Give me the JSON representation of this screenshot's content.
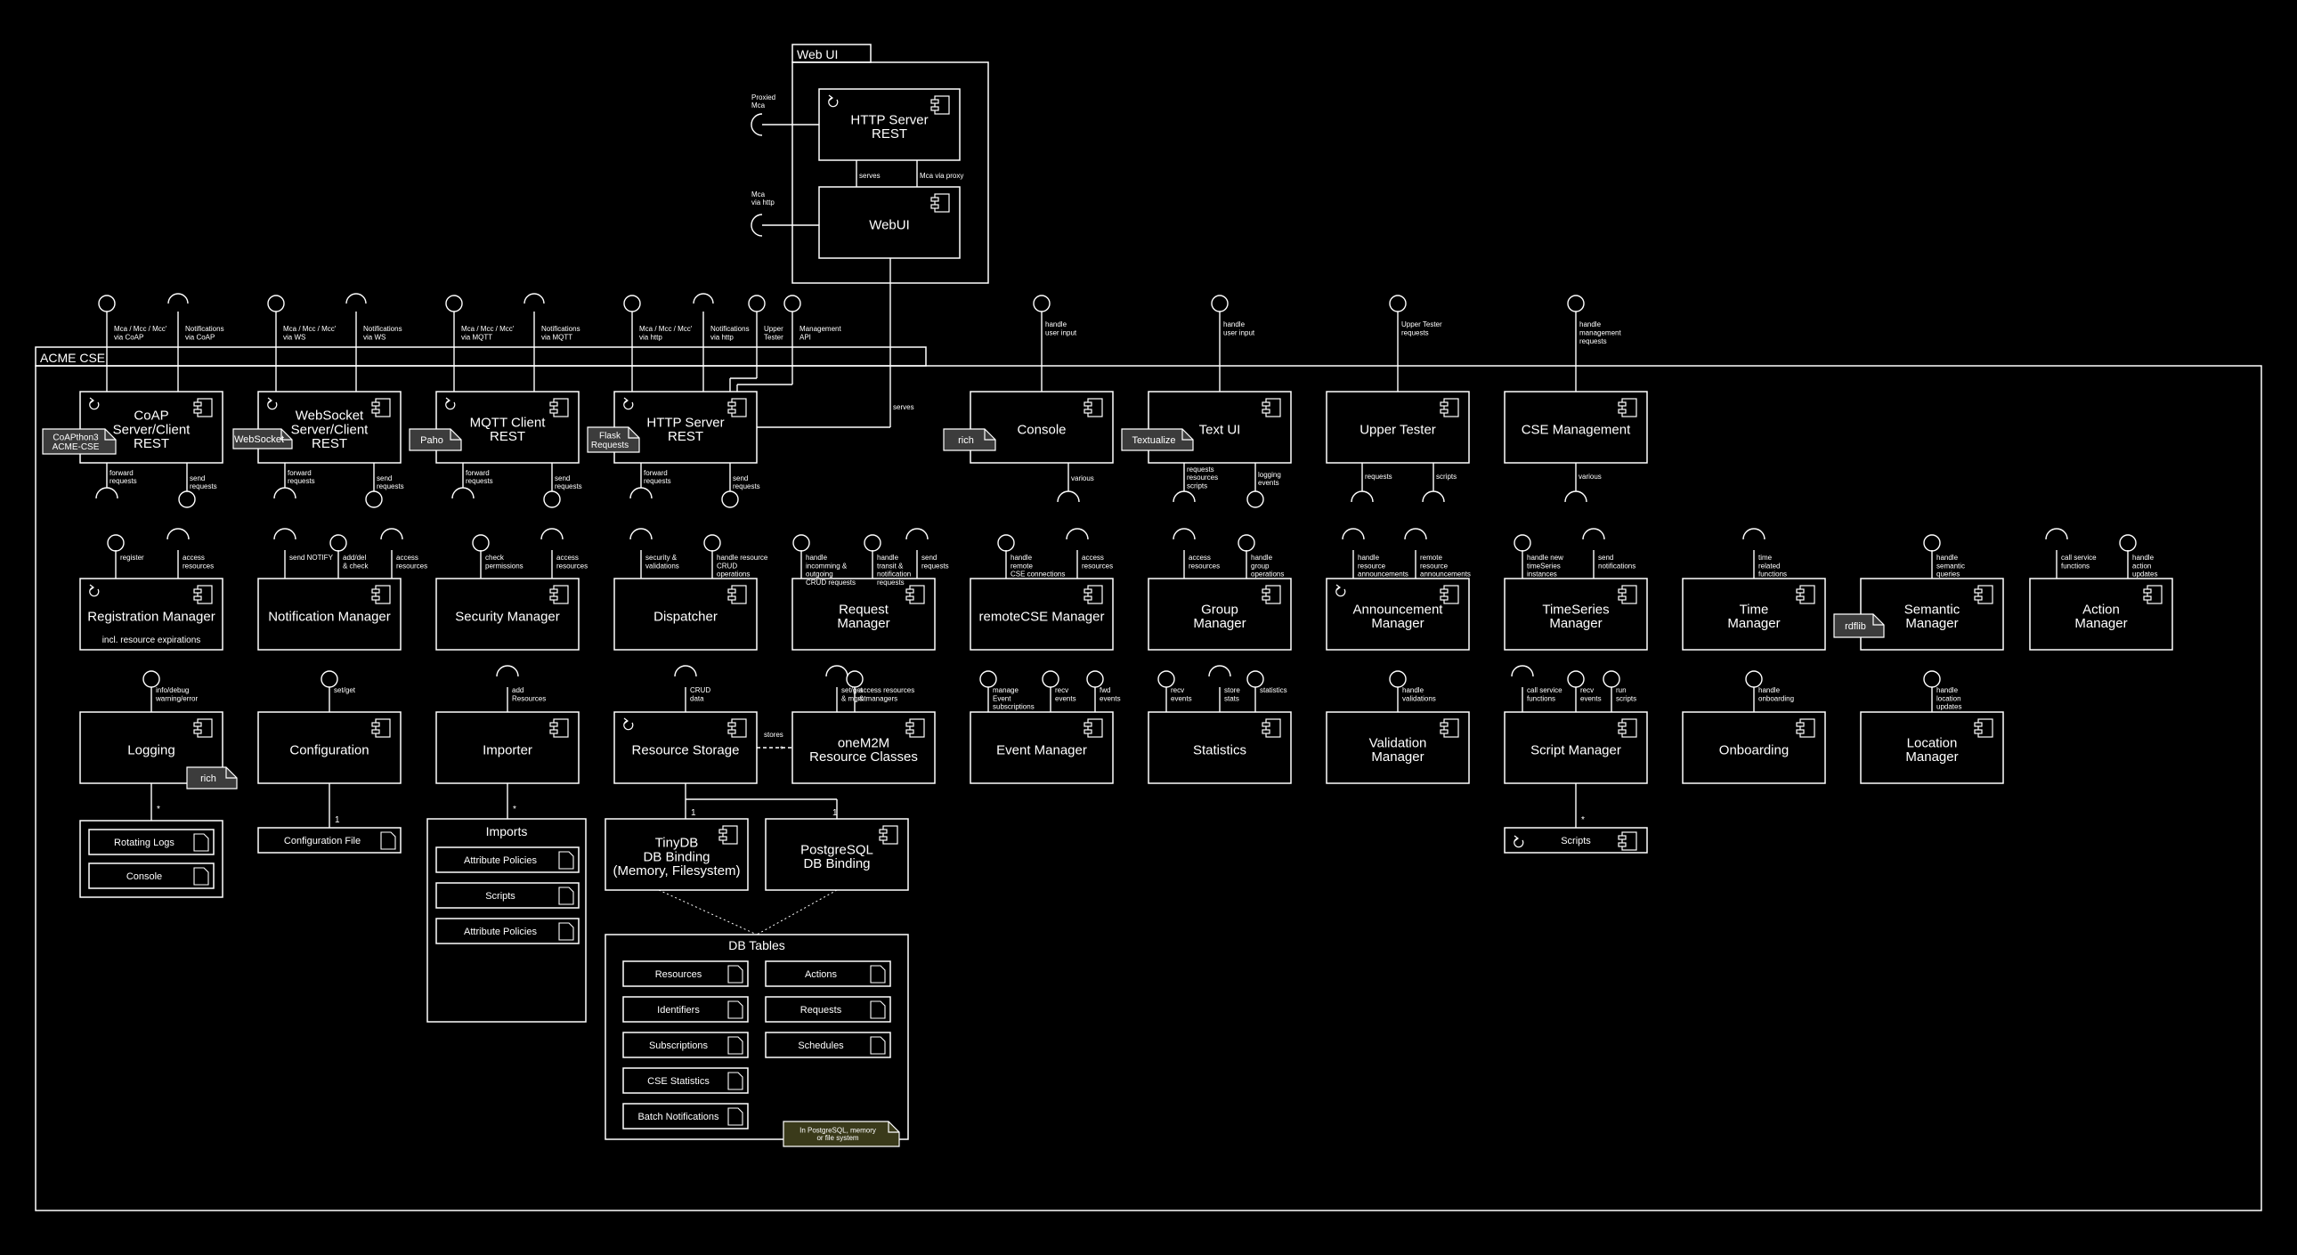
{
  "webui": {
    "title": "Web UI",
    "http_server": [
      "HTTP Server",
      "REST"
    ],
    "webui_label": "WebUI",
    "iface_proxied": [
      "Proxied",
      "Mca"
    ],
    "iface_http": [
      "Mca",
      "via http"
    ],
    "serves": "serves",
    "mca_proxy": "Mca via proxy",
    "serves2": "serves"
  },
  "acme": {
    "title": "ACME CSE"
  },
  "top_ifaces": [
    {
      "text": [
        "Mca / Mcc / Mcc'",
        "via CoAP"
      ]
    },
    {
      "text": [
        "Notifications",
        "via CoAP"
      ]
    },
    {
      "text": [
        "Mca / Mcc / Mcc'",
        "via WS"
      ]
    },
    {
      "text": [
        "Notifications",
        "via WS"
      ]
    },
    {
      "text": [
        "Mca / Mcc / Mcc'",
        "via MQTT"
      ]
    },
    {
      "text": [
        "Notifications",
        "via MQTT"
      ]
    },
    {
      "text": [
        "Mca / Mcc / Mcc'",
        "via http"
      ]
    },
    {
      "text": [
        "Notifications",
        "via http"
      ]
    },
    {
      "text": [
        "Upper",
        "Tester"
      ]
    },
    {
      "text": [
        "Management",
        "API"
      ]
    },
    {
      "text": [
        "handle",
        "user input"
      ]
    },
    {
      "text": [
        "handle",
        "user input"
      ]
    },
    {
      "text": [
        "Upper Tester",
        "requests"
      ]
    },
    {
      "text": [
        "handle",
        "management",
        "requests"
      ]
    }
  ],
  "binding_row": [
    {
      "name": [
        "CoAP",
        "Server/Client",
        "REST"
      ],
      "note": [
        "CoAPthon3",
        "ACME-CSE"
      ],
      "fwd": [
        "forward",
        "requests"
      ],
      "send": [
        "send",
        "requests"
      ]
    },
    {
      "name": [
        "WebSocket",
        "Server/Client",
        "REST"
      ],
      "note": [
        "WebSocket"
      ],
      "fwd": [
        "forward",
        "requests"
      ],
      "send": [
        "send",
        "requests"
      ]
    },
    {
      "name": [
        "MQTT Client",
        "REST"
      ],
      "note": [
        "Paho"
      ],
      "fwd": [
        "forward",
        "requests"
      ],
      "send": [
        "send",
        "requests"
      ]
    },
    {
      "name": [
        "HTTP Server",
        "REST"
      ],
      "note": [
        "Flask",
        "Requests"
      ],
      "fwd": [
        "forward",
        "requests"
      ],
      "send": [
        "send",
        "requests"
      ]
    },
    {
      "name": [
        "Console"
      ],
      "note": [
        "rich"
      ],
      "sub": [
        "various"
      ]
    },
    {
      "name": [
        "Text UI"
      ],
      "note": [
        "Textualize"
      ],
      "sub": [
        "requests",
        "resources",
        "scripts"
      ],
      "sub2": [
        "logging",
        "events"
      ]
    },
    {
      "name": [
        "Upper Tester"
      ],
      "sub": [
        "requests"
      ],
      "sub2": [
        "scripts"
      ]
    },
    {
      "name": [
        "CSE Management"
      ],
      "sub": [
        "various"
      ]
    }
  ],
  "managers": [
    {
      "name": [
        "Registration Manager"
      ],
      "extra": "incl. resource expirations",
      "ifaces": [
        [
          "register"
        ],
        [
          "access",
          "resources"
        ]
      ]
    },
    {
      "name": [
        "Notification Manager"
      ],
      "ifaces": [
        [
          "send NOTIFY"
        ],
        [
          "add/del",
          "& check"
        ],
        [
          "access",
          "resources"
        ]
      ]
    },
    {
      "name": [
        "Security Manager"
      ],
      "ifaces": [
        [
          "check",
          "permissions"
        ],
        [
          "access",
          "resources"
        ]
      ]
    },
    {
      "name": [
        "Dispatcher"
      ],
      "ifaces": [
        [
          "security &",
          "validations"
        ],
        [
          "handle resource",
          "CRUD",
          "operations"
        ]
      ]
    },
    {
      "name": [
        "Request",
        "Manager"
      ],
      "ifaces": [
        [
          "handle",
          "incomming &",
          "outgoing",
          "CRUD requests"
        ],
        [
          "handle",
          "transit &",
          "notification",
          "requests"
        ],
        [
          "send",
          "requests"
        ]
      ]
    },
    {
      "name": [
        "remoteCSE Manager"
      ],
      "ifaces": [
        [
          "handle",
          "remote",
          "CSE connections"
        ],
        [
          "access",
          "resources"
        ]
      ]
    },
    {
      "name": [
        "Group",
        "Manager"
      ],
      "ifaces": [
        [
          "access",
          "resources"
        ],
        [
          "handle",
          "group",
          "operations"
        ]
      ]
    },
    {
      "name": [
        "Announcement",
        "Manager"
      ],
      "ifaces": [
        [
          "handle",
          "resource",
          "announcements"
        ],
        [
          "remote",
          "resource",
          "announcements"
        ]
      ]
    },
    {
      "name": [
        "TimeSeries",
        "Manager"
      ],
      "ifaces": [
        [
          "handle new",
          "timeSeries",
          "instances"
        ],
        [
          "send",
          "notifications"
        ]
      ]
    },
    {
      "name": [
        "Time",
        "Manager"
      ],
      "ifaces": [
        [
          "time",
          "related",
          "functions"
        ]
      ]
    },
    {
      "name": [
        "Semantic",
        "Manager"
      ],
      "note": "rdflib",
      "ifaces": [
        [
          "handle",
          "semantic",
          "queries"
        ]
      ]
    },
    {
      "name": [
        "Action",
        "Manager"
      ],
      "ifaces": [
        [
          "call service",
          "functions"
        ],
        [
          "handle",
          "action",
          "updates"
        ]
      ]
    }
  ],
  "lower": [
    {
      "name": [
        "Logging"
      ],
      "note": "rich",
      "ifaces": [
        [
          "info/debug",
          "warning/error"
        ]
      ]
    },
    {
      "name": [
        "Configuration"
      ],
      "ifaces": [
        [
          "set/get"
        ]
      ]
    },
    {
      "name": [
        "Importer"
      ],
      "ifaces": [
        [
          "add",
          "Resources"
        ]
      ]
    },
    {
      "name": [
        "Resource Storage"
      ],
      "ifaces": [
        [
          "CRUD",
          "data"
        ]
      ]
    },
    {
      "name": [
        "oneM2M",
        "Resource Classes"
      ],
      "ifaces": [
        [
          "set/get",
          "& mgmt"
        ],
        [
          "access resources",
          "& managers"
        ]
      ]
    },
    {
      "name": [
        "Event Manager"
      ],
      "ifaces": [
        [
          "manage",
          "Event",
          "subscriptions"
        ],
        [
          "recv",
          "events"
        ],
        [
          "fwd",
          "events"
        ]
      ]
    },
    {
      "name": [
        "Statistics"
      ],
      "ifaces": [
        [
          "recv",
          "events"
        ],
        [
          "store",
          "stats"
        ],
        [
          "statistics"
        ]
      ]
    },
    {
      "name": [
        "Validation",
        "Manager"
      ],
      "ifaces": [
        [
          "handle",
          "validations"
        ]
      ]
    },
    {
      "name": [
        "Script Manager"
      ],
      "ifaces": [
        [
          "call service",
          "functions"
        ],
        [
          "recv",
          "events"
        ],
        [
          "run",
          "scripts"
        ]
      ]
    },
    {
      "name": [
        "Onboarding"
      ],
      "ifaces": [
        [
          "handle",
          "onboarding"
        ]
      ]
    },
    {
      "name": [
        "Location",
        "Manager"
      ],
      "ifaces": [
        [
          "handle",
          "location",
          "updates"
        ]
      ]
    }
  ],
  "stores": "stores",
  "star": "*",
  "one": "1",
  "logs": {
    "items": [
      "Rotating Logs",
      "Console"
    ]
  },
  "config_file": "Configuration File",
  "imports": {
    "title": "Imports",
    "items": [
      "Attribute Policies",
      "Scripts",
      "Attribute Policies"
    ]
  },
  "tinydb": [
    "TinyDB",
    "DB Binding",
    "(Memory, Filesystem)"
  ],
  "postgres": [
    "PostgreSQL",
    "DB Binding"
  ],
  "db_tables": {
    "title": "DB Tables",
    "left": [
      "Resources",
      "Identifiers",
      "Subscriptions",
      "CSE Statistics",
      "Batch Notifications"
    ],
    "right": [
      "Actions",
      "Requests",
      "Schedules"
    ],
    "note": [
      "In PostgreSQL, memory",
      "or file system"
    ]
  },
  "scripts_box": "Scripts",
  "colors": {
    "bg": "#000000",
    "line": "#ffffff",
    "note_fill": "#3c3c3c",
    "db_note_fill": "#3a3a1a",
    "db_note_text": "#ffe066"
  }
}
